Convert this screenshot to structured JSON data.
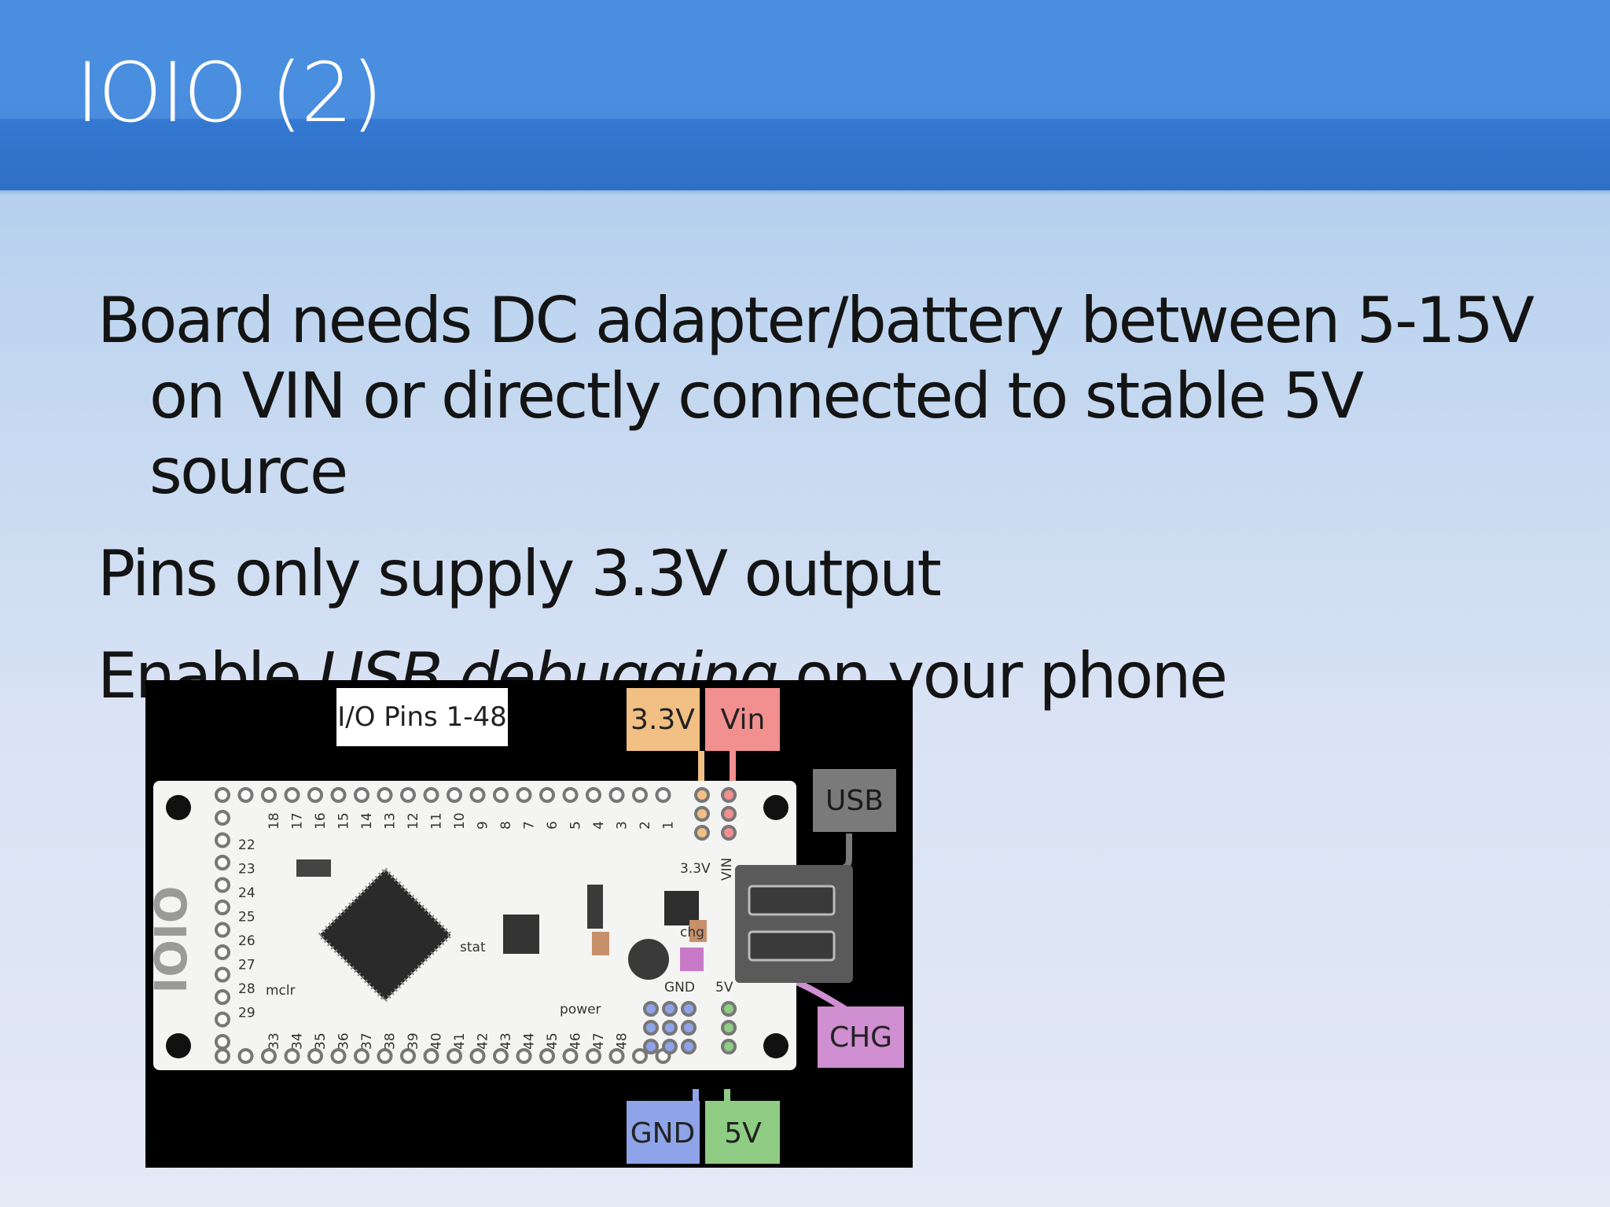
{
  "slide": {
    "title": "IOIO (2)",
    "bullets": [
      {
        "text": "Board needs DC adapter/battery between 5-15V on VIN or directly connected to stable 5V source"
      },
      {
        "text": "Pins only supply 3.3V output"
      },
      {
        "prefix": "Enable ",
        "emphasis": "USB debugging",
        "suffix": " on your phone"
      }
    ]
  },
  "figure": {
    "callouts": {
      "io_pins": "I/O Pins 1-48",
      "v33": "3.3V",
      "vin": "Vin",
      "usb": "USB",
      "chg": "CHG",
      "gnd": "GND",
      "v5": "5V"
    },
    "board": {
      "logo": "IOIO",
      "top_pins": [
        "18",
        "17",
        "16",
        "15",
        "14",
        "13",
        "12",
        "11",
        "10",
        "9",
        "8",
        "7",
        "6",
        "5",
        "4",
        "3",
        "2",
        "1"
      ],
      "left_pins": [
        "22",
        "23",
        "24",
        "25",
        "26",
        "27",
        "28",
        "29"
      ],
      "bottom_pins": [
        "33",
        "34",
        "35",
        "36",
        "37",
        "38",
        "39",
        "40",
        "41",
        "42",
        "43",
        "44",
        "45",
        "46",
        "47",
        "48"
      ],
      "silk": {
        "v33": "3.3V",
        "vin": "VIN",
        "chg": "chg",
        "stat": "stat",
        "mclr": "mclr",
        "power": "power",
        "gnd": "GND",
        "v5": "5V"
      }
    },
    "colors": {
      "v33": "#f2c084",
      "vin": "#f28f8f",
      "usb": "#7a7a7a",
      "chg": "#cf8fd1",
      "gnd": "#8fa3e8",
      "v5": "#8fcc84",
      "board": "#f4f4f2",
      "chip": "#2a2a2a"
    }
  }
}
